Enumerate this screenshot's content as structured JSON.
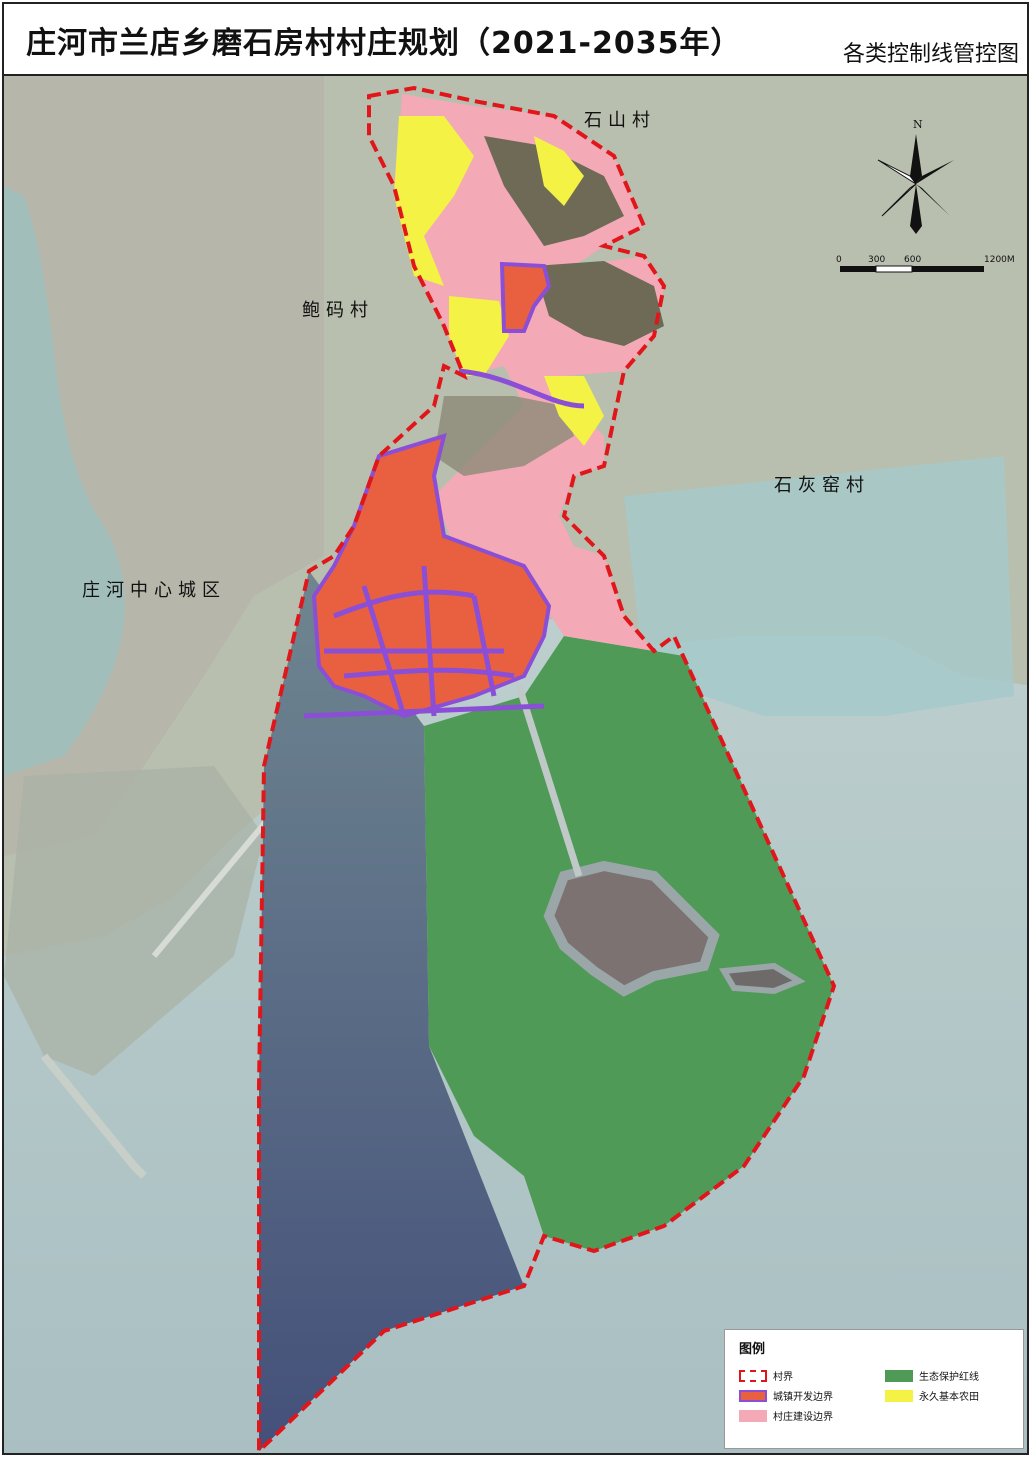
{
  "header": {
    "title": "庄河市兰店乡磨石房村村庄规划（2021-2035年）",
    "subtitle": "各类控制线管控图"
  },
  "map": {
    "place_labels": [
      "石山村",
      "鲍码村",
      "石灰窑村",
      "庄河中心城区"
    ],
    "compass_letter": "N",
    "scale_labels": [
      "0",
      "300",
      "600",
      "1200M"
    ]
  },
  "legend": {
    "title": "图例",
    "items": [
      {
        "label": "村界",
        "swatch": "dashed-red-border"
      },
      {
        "label": "城镇开发边界",
        "swatch": "orange-fill-purple-border",
        "fill": "#e8603f",
        "stroke": "#8a4fd6"
      },
      {
        "label": "村庄建设边界",
        "swatch": "pink-fill",
        "fill": "#f3a9b6"
      },
      {
        "label": "生态保护红线",
        "swatch": "green-fill",
        "fill": "#4f9a57"
      },
      {
        "label": "永久基本农田",
        "swatch": "yellow-fill",
        "fill": "#f4f244"
      }
    ]
  },
  "colors": {
    "boundary_red": "#e0161b",
    "urban_orange": "#e8603f",
    "road_purple": "#8a4fd6",
    "village_pink": "#f3a9b6",
    "eco_green": "#4f9a57",
    "farmland_yellow": "#f4f244",
    "sea": "#b8ccc9",
    "deep_sea": "#4f5d7a"
  }
}
